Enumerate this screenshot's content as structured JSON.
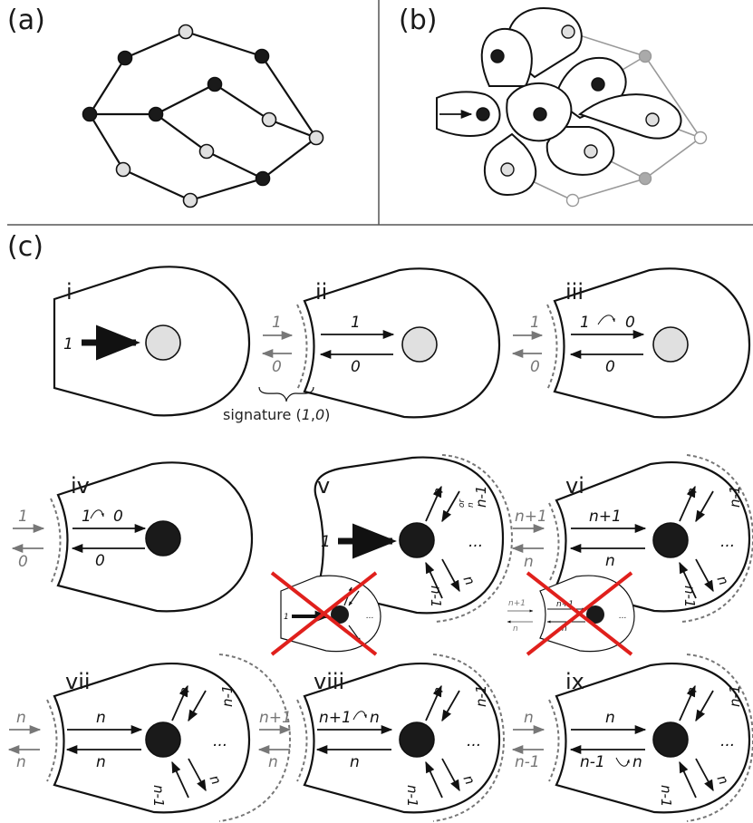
{
  "panels": {
    "a": "(a)",
    "b": "(b)",
    "c": "(c)"
  },
  "sub_panels": [
    "i",
    "ii",
    "iii",
    "iv",
    "v",
    "vi",
    "vii",
    "viii",
    "ix"
  ],
  "labels": {
    "i_in": "1",
    "ii_in": "1",
    "ii_out": "0",
    "ii_sig_in": "1",
    "ii_sig_out": "0",
    "signature_prefix": "signature (",
    "signature_a": "1",
    "signature_comma": ",",
    "signature_b": "0",
    "signature_suffix": ")",
    "iii_in": "1",
    "iii_in2": "0",
    "iii_out": "0",
    "iii_sig_in": "1",
    "iii_sig_out": "0",
    "iv_in": "1",
    "iv_in2": "0",
    "iv_out": "0",
    "iv_sig_in": "1",
    "iv_sig_out": "0",
    "v_in": "1",
    "vi_in": "n+1",
    "vi_out": "n",
    "vi_sig_in": "n+1",
    "vi_sig_out": "n",
    "vii_in": "n",
    "vii_out": "n",
    "vii_sig_in": "n",
    "vii_sig_out": "n",
    "viii_in": "n+1",
    "viii_in2": "n",
    "viii_out": "n",
    "viii_sig_in": "n+1",
    "viii_sig_out": "n",
    "ix_in": "n",
    "ix_out": "n-1",
    "ix_out2": "n",
    "ix_sig_in": "n",
    "ix_sig_out": "n-1",
    "right_n": "n",
    "right_or": "or",
    "right_nm1": "n-1",
    "dots": "...",
    "small_1": "1",
    "small_n": "n",
    "small_n1": "n+1"
  },
  "colors": {
    "ink": "#111111",
    "black_node": "#1a1a1a",
    "white_node": "#e0e0e0",
    "gray_line": "#999999",
    "gray_node": "#aaaaaa",
    "dashed": "#777777",
    "cross": "#e0201c"
  }
}
